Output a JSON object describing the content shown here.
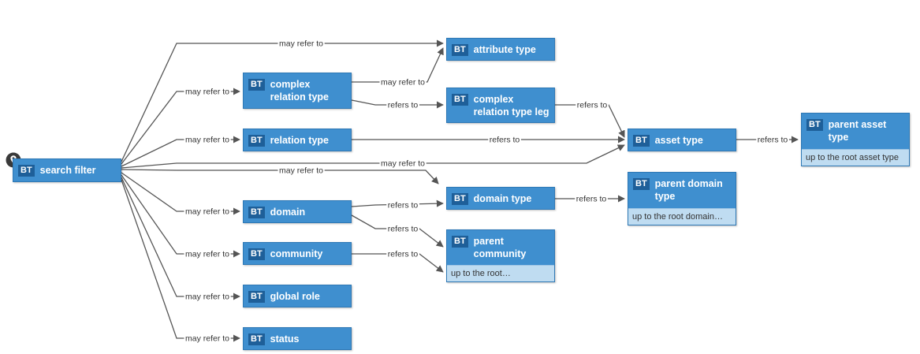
{
  "nodes": {
    "search_filter": {
      "badge": "BT",
      "title": "search filter"
    },
    "attribute_type": {
      "badge": "BT",
      "title": "attribute type"
    },
    "complex_relation_type": {
      "badge": "BT",
      "title": "complex relation type"
    },
    "complex_relation_type_leg": {
      "badge": "BT",
      "title": "complex relation type leg"
    },
    "relation_type": {
      "badge": "BT",
      "title": "relation type"
    },
    "asset_type": {
      "badge": "BT",
      "title": "asset type"
    },
    "parent_asset_type": {
      "badge": "BT",
      "title": "parent asset type",
      "subtitle": "up to the root asset type"
    },
    "domain_type": {
      "badge": "BT",
      "title": "domain type"
    },
    "parent_domain_type": {
      "badge": "BT",
      "title": "parent domain type",
      "subtitle": "up to the root domain…"
    },
    "domain": {
      "badge": "BT",
      "title": "domain"
    },
    "parent_community": {
      "badge": "BT",
      "title": "parent community",
      "subtitle": "up to the root…"
    },
    "community": {
      "badge": "BT",
      "title": "community"
    },
    "global_role": {
      "badge": "BT",
      "title": "global role"
    },
    "status": {
      "badge": "BT",
      "title": "status"
    }
  },
  "edges": [
    {
      "from": "search_filter",
      "to": "attribute_type",
      "label": "may refer to"
    },
    {
      "from": "search_filter",
      "to": "complex_relation_type",
      "label": "may refer to"
    },
    {
      "from": "search_filter",
      "to": "relation_type",
      "label": "may refer to"
    },
    {
      "from": "search_filter",
      "to": "asset_type",
      "label": "may refer to"
    },
    {
      "from": "search_filter",
      "to": "domain_type",
      "label": "may refer to"
    },
    {
      "from": "search_filter",
      "to": "domain",
      "label": "may refer to"
    },
    {
      "from": "search_filter",
      "to": "community",
      "label": "may refer to"
    },
    {
      "from": "search_filter",
      "to": "global_role",
      "label": "may refer to"
    },
    {
      "from": "search_filter",
      "to": "status",
      "label": "may refer to"
    },
    {
      "from": "complex_relation_type",
      "to": "attribute_type",
      "label": "may refer to"
    },
    {
      "from": "complex_relation_type",
      "to": "complex_relation_type_leg",
      "label": "refers to"
    },
    {
      "from": "complex_relation_type_leg",
      "to": "asset_type",
      "label": "refers to"
    },
    {
      "from": "relation_type",
      "to": "asset_type",
      "label": "refers to"
    },
    {
      "from": "asset_type",
      "to": "parent_asset_type",
      "label": "refers to"
    },
    {
      "from": "domain",
      "to": "domain_type",
      "label": "refers to"
    },
    {
      "from": "domain",
      "to": "parent_community",
      "label": "refers to"
    },
    {
      "from": "community",
      "to": "parent_community",
      "label": "refers to"
    },
    {
      "from": "domain_type",
      "to": "parent_domain_type",
      "label": "refers to"
    }
  ],
  "icons": {
    "pin": "map-pin-icon"
  }
}
